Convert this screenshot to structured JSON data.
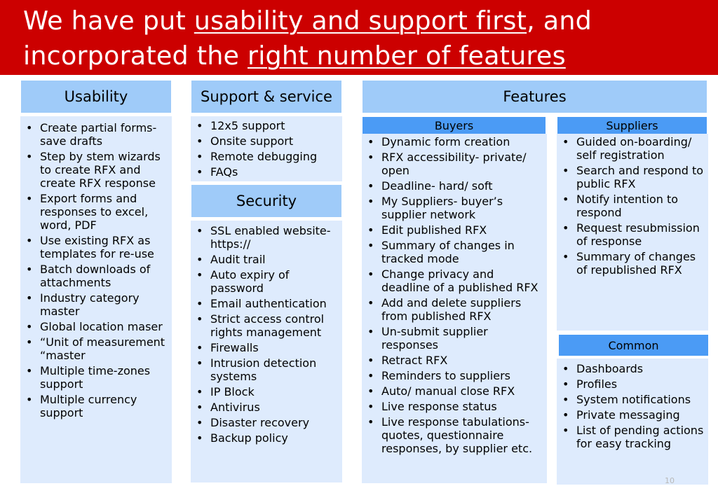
{
  "title": {
    "part1": "We have put ",
    "link1": "usability and support first",
    "part2": ", and incorporated the ",
    "link2": "right number of features"
  },
  "usability": {
    "header": "Usability",
    "items": [
      "Create partial forms- save drafts",
      "Step by stem wizards to create RFX and create RFX response",
      "Export forms and responses to excel, word, PDF",
      "Use existing RFX as templates for re-use",
      "Batch downloads of attachments",
      "Industry category master",
      "Global location maser",
      "“Unit of measurement “master",
      "Multiple time-zones support",
      "Multiple currency support"
    ]
  },
  "support": {
    "header": "Support & service",
    "items": [
      "12x5 support",
      "Onsite support",
      "Remote debugging",
      "FAQs"
    ]
  },
  "security": {
    "header": "Security",
    "items": [
      "SSL enabled website- https://",
      "Audit trail",
      "Auto expiry of password",
      "Email authentication",
      "Strict access control rights management",
      "Firewalls",
      "Intrusion detection systems",
      "IP Block",
      "Antivirus",
      "Disaster recovery",
      "Backup policy"
    ]
  },
  "features": {
    "header": "Features",
    "buyers": {
      "header": "Buyers",
      "items": [
        "Dynamic form creation",
        "RFX accessibility- private/ open",
        "Deadline- hard/ soft",
        "My Suppliers- buyer’s supplier network",
        "Edit published RFX",
        "Summary of changes in tracked mode",
        "Change privacy and deadline of a published RFX",
        "Add and delete suppliers from published RFX",
        "Un-submit supplier responses",
        "Retract RFX",
        "Reminders to suppliers",
        "Auto/ manual close RFX",
        "Live response status",
        "Live response tabulations- quotes, questionnaire responses, by supplier etc."
      ]
    },
    "suppliers": {
      "header": "Suppliers",
      "items": [
        "Guided on-boarding/ self registration",
        "Search and respond to public RFX",
        "Notify intention to respond",
        "Request resubmission of response",
        "Summary of changes of republished RFX"
      ]
    },
    "common": {
      "header": "Common",
      "items": [
        "Dashboards",
        "Profiles",
        "System notifications",
        "Private messaging",
        "List of pending actions for easy tracking"
      ]
    }
  },
  "page_number": "10"
}
